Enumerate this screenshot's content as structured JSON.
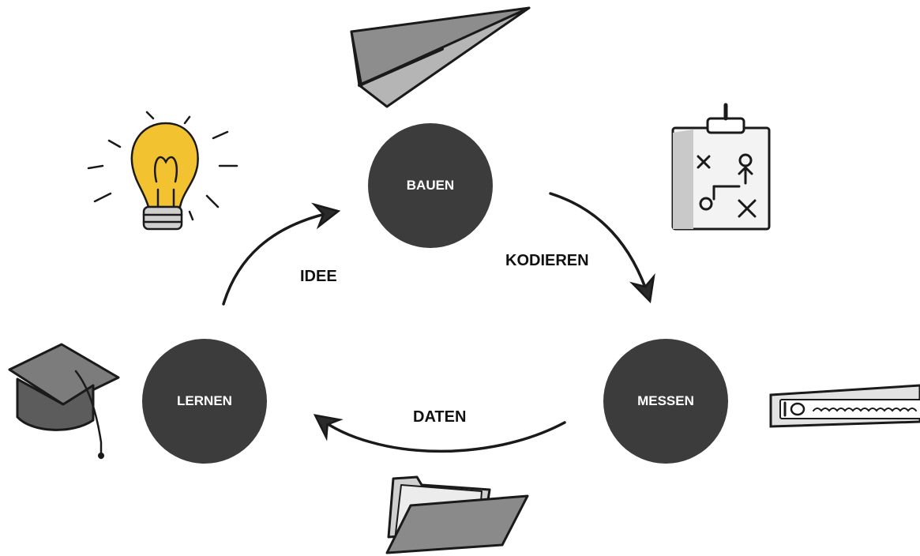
{
  "colors": {
    "node_fill": "#3d3c3c",
    "node_text": "#ffffff",
    "label_text": "#111111",
    "sketch_stroke": "#1a1a1a",
    "bulb_glow": "#f2c230"
  },
  "nodes": {
    "bauen": "BAUEN",
    "messen": "MESSEN",
    "lernen": "LERNEN"
  },
  "edges": {
    "kodieren": "KODIEREN",
    "daten": "DATEN",
    "idee": "IDEE"
  },
  "icons": {
    "paper_plane": "paper-plane-icon",
    "lightbulb": "lightbulb-icon",
    "clipboard": "clipboard-icon",
    "graduation_cap": "graduation-cap-icon",
    "folder": "folder-icon",
    "url_bar": "url-bar-icon"
  }
}
